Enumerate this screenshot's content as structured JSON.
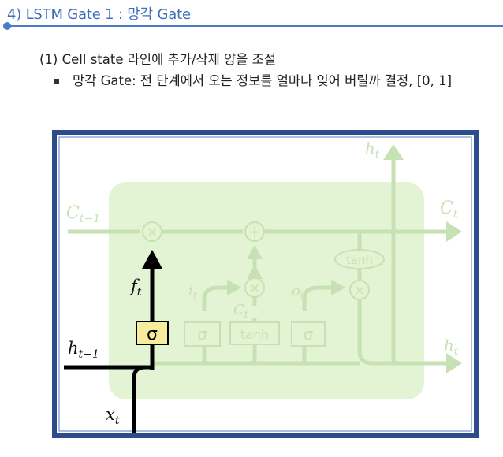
{
  "section_title": "4) LSTM Gate 1 : 망각 Gate",
  "heading": "(1) Cell state 라인에 추가/삭제 양을 조절",
  "bullet": {
    "text": "망각 Gate: 전 단계에서 오는 정보를 얼마나 잊어 버릴까 결정, [0, 1]"
  },
  "diagram": {
    "colors": {
      "frame": "#2c4c8c",
      "faded_line": "#c6e2b4",
      "cell_fill": "#e3f4d5",
      "gate_fill": "#f6ec9c",
      "highlight": "#000000"
    },
    "labels": {
      "c_prev": "C",
      "c_prev_sub": "t−1",
      "c_next": "C",
      "c_next_sub": "t",
      "h_out_top": "h",
      "h_out_top_sub": "t",
      "h_out_right": "h",
      "h_out_right_sub": "t",
      "h_prev": "h",
      "h_prev_sub": "t−1",
      "x_in": "x",
      "x_in_sub": "t",
      "f": "f",
      "f_sub": "t",
      "i": "i",
      "i_sub": "t",
      "c_tilde": "C",
      "c_tilde_sub": "t",
      "o": "o",
      "o_sub": "t",
      "forget_gate": "σ",
      "input_gate": "σ",
      "candidate_gate": "tanh",
      "output_gate": "σ",
      "tanh_oval": "tanh",
      "mul": "×",
      "add": "+"
    }
  }
}
